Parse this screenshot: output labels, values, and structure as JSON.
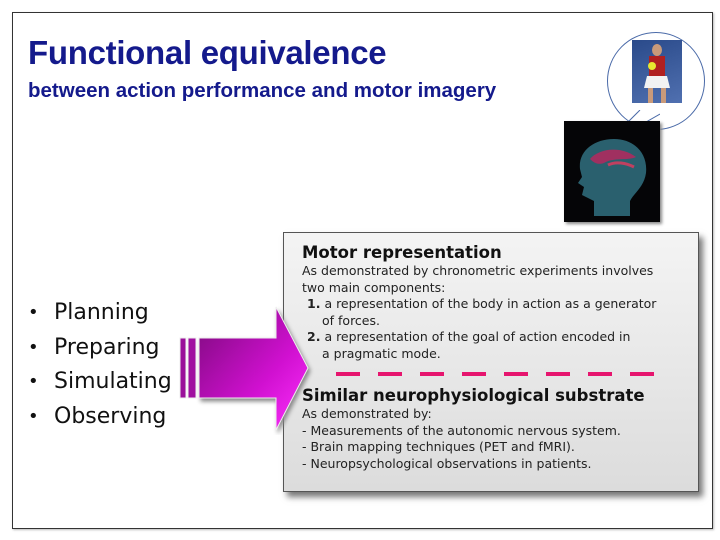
{
  "slide": {
    "title": "Functional equivalence",
    "subtitle": "between action performance and motor imagery",
    "bullets": [
      "Planning",
      "Preparing",
      "Simulating",
      "Observing"
    ],
    "bullet_symbol": "•",
    "accent_color": "#141a8c",
    "arrow_color": "#cc00cc",
    "divider_color": "#e6156e",
    "box": {
      "heading1": "Motor representation",
      "intro1a": "As demonstrated by chronometric experiments involves",
      "intro1b": "two main components:",
      "item1_num": "1.",
      "item1a": "a representation of the body in action as a generator",
      "item1b": "of forces.",
      "item2_num": "2.",
      "item2a": "a representation of the goal of action encoded in",
      "item2b": "a pragmatic mode.",
      "heading2": "Similar neurophysiological substrate",
      "intro2": "As demonstrated by:",
      "points": [
        "- Measurements of the autonomic nervous system.",
        "- Brain mapping techniques (PET and fMRI).",
        "- Neuropsychological observations in patients."
      ]
    }
  }
}
